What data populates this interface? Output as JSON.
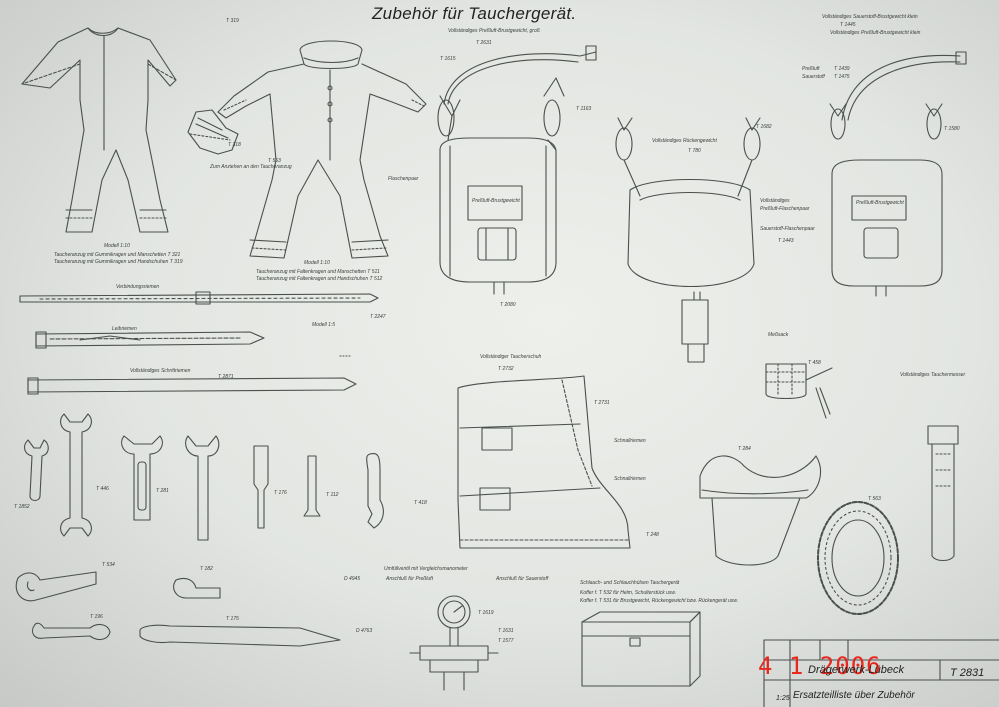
{
  "title": "Zubehör für Tauchergerät.",
  "date_stamp": "4   1 2006",
  "title_block": {
    "firm": "Drägerwerk-Lübeck",
    "sheet_title": "Ersatzteilliste über Zubehör",
    "sheet_no": "T 2831",
    "scale": "1:25"
  },
  "captions": {
    "suit1_model": "Modell 1:10",
    "suit1_a": "Taucheranzug mit Gummikragen und Manschetten T 321",
    "suit1_b": "Taucheranzug mit Gummikragen und Handschuhen T 319",
    "glove": "Zum Anziehen an den Taucheranzug",
    "suit2_model": "Modell 1:10",
    "suit2_a": "Taucheranzug mit Faltenkragen und Manschetten T 511",
    "suit2_b": "Taucheranzug mit Faltenkragen und Handschuhen T 512",
    "app1_top": "Vollständiges Preßluft-Brustgewicht, groß",
    "app1_plate": "Preßluft-Brustgewicht",
    "app1_part": "Flaschenpaar",
    "app2_top": "Vollständiges Rückengewicht",
    "app2_side_a": "Vollständiges",
    "app2_side_b": "Preßluft-Flaschenpaar",
    "app2_side_c": "Sauerstoff-Flaschenpaar",
    "app3_top_a": "Vollständiges Sauerstoff-Brustgewicht klein",
    "app3_top_b": "Vollständiges Preßluft-Brustgewicht klein",
    "app3_air": "Preßluft",
    "app3_o2": "Sauerstoff",
    "app3_plate": "Preßluft-Brustgewicht",
    "belt_top": "Verbindungsriemen",
    "belt_lead": "Leibriemen",
    "belt_lead_model": "Modell 1:5",
    "belt_full": "Vollständiges Schrittriemen",
    "net_bag": "Meßsack",
    "boot_title": "Vollständiger Taucherschuh",
    "boot_strap_a": "Schnallriemen",
    "boot_strap_b": "Schnallriemen",
    "valve_title": "Umfüllventil mit Vergleichsmanometer",
    "valve_a": "Anschluß für Preßluft",
    "valve_b": "Anschluß für Sauerstoff",
    "tools_text_a": "Schlauch- und Schlauchhülsen Tauchergerät",
    "tools_text_b": "Koffer f. T 532 für Helm, Schulterstück usw.",
    "tools_text_c": "Koffer f. T 531 für Brustgewicht, Rückengewicht bzw. Rückengerät usw.",
    "right_tool": "Vollständiges Tauchermesser"
  },
  "refs": {
    "r1": "T 319",
    "r2": "T 318",
    "r3": "T 563",
    "r4": "T 2631",
    "r5": "T 2080",
    "r6": "T 1615",
    "r7": "T 1163",
    "r8": "T 780",
    "r9": "T 1682",
    "r10": "T 1445",
    "r11": "T 1439",
    "r12": "T 1475",
    "r13": "T 1443",
    "r14": "T 1580",
    "r15": "T 2247",
    "r16": "T 2871",
    "r17": "T 2732",
    "r18": "T 2731",
    "r19": "T 248",
    "r20": "T 284",
    "r21": "T 563",
    "r22": "T 1852",
    "r23": "T 446",
    "r24": "T 281",
    "r25": "T 176",
    "r26": "T 112",
    "r27": "T 418",
    "r28": "T 534",
    "r29": "T 182",
    "r30": "T 196",
    "r31": "T 175",
    "r32": "T 458",
    "r33": "T 1619",
    "r34": "T 1631",
    "r35": "T 1577",
    "r36": "D 4945",
    "r37": "D 4763"
  }
}
